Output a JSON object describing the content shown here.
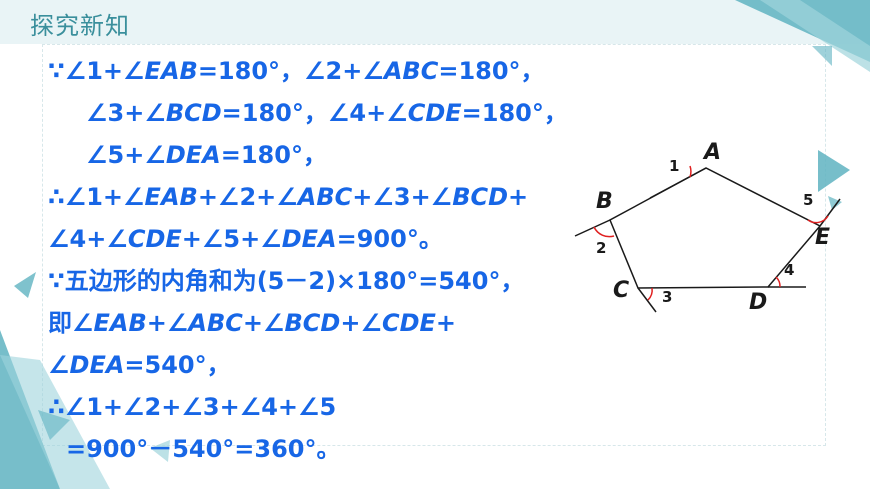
{
  "header": {
    "title": "探究新知"
  },
  "proof": {
    "line1": {
      "pre": "∵∠1+∠",
      "a": "EAB",
      "mid": "=180°，∠2+∠",
      "b": "ABC",
      "post": "=180°，"
    },
    "line2": {
      "pre": "∠3+∠",
      "a": "BCD",
      "mid": "=180°，∠4+∠",
      "b": "CDE",
      "post": "=180°，"
    },
    "line3": {
      "pre": "∠5+∠",
      "a": "DEA",
      "post": "=180°，"
    },
    "line4": {
      "pre": "∴∠1+∠",
      "a": "EAB",
      "mid": "+∠2+∠",
      "b": "ABC",
      "mid2": "+∠3+∠",
      "c": "BCD",
      "post": "+"
    },
    "line5": {
      "pre": "∠4+∠",
      "a": "CDE",
      "mid": "+∠5+∠",
      "b": "DEA",
      "post": "=900°。"
    },
    "line6": {
      "text": "∵五边形的内角和为(5－2)×180°=540°，"
    },
    "line7": {
      "pre": "即∠",
      "a": "EAB",
      "mid": "+∠",
      "b": "ABC",
      "mid2": "+∠",
      "c": "BCD",
      "mid3": "+∠",
      "d": "CDE",
      "post": "+"
    },
    "line8": {
      "pre": "∠",
      "a": "DEA",
      "post": "=540°，"
    },
    "line9": {
      "text": "∴∠1+∠2+∠3+∠4+∠5"
    },
    "line10": {
      "text": "=900°－540°=360°。"
    }
  },
  "figure": {
    "vertices": {
      "A": "A",
      "B": "B",
      "C": "C",
      "D": "D",
      "E": "E"
    },
    "angles": {
      "a1": "1",
      "a2": "2",
      "a3": "3",
      "a4": "4",
      "a5": "5"
    }
  },
  "colors": {
    "text": "#1766e6",
    "accent": "#3a8f9c",
    "deco": "#5fb3c1",
    "arc": "#e02020"
  }
}
